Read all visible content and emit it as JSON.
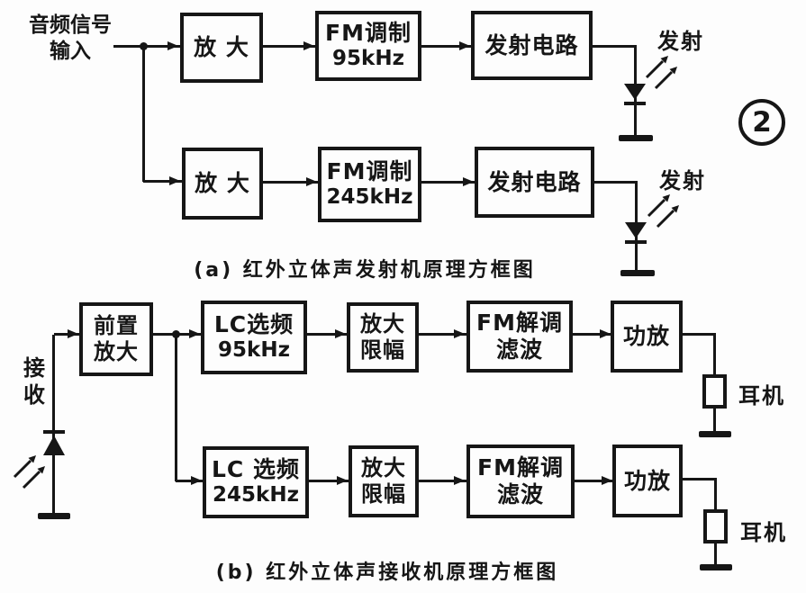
{
  "figure_number": "2",
  "colors": {
    "ink": "#161616",
    "background": "#fdfdfd"
  },
  "transmitter": {
    "caption": "(a) 红外立体声发射机原理方框图",
    "input_label_line1": "音频信号",
    "input_label_line2": "输入",
    "channels": [
      {
        "amp": "放 大",
        "mod_line1": "FM调制",
        "mod_line2": "95kHz",
        "tx": "发射电路",
        "emit_label": "发射"
      },
      {
        "amp": "放 大",
        "mod_line1": "FM调制",
        "mod_line2": "245kHz",
        "tx": "发射电路",
        "emit_label": "发射"
      }
    ]
  },
  "receiver": {
    "caption": "(b) 红外立体声接收机原理方框图",
    "receive_label_line1": "接",
    "receive_label_line2": "收",
    "preamp_line1": "前置",
    "preamp_line2": "放大",
    "channels": [
      {
        "lc_line1": "LC选频",
        "lc_line2": "95kHz",
        "limit_line1": "放大",
        "limit_line2": "限幅",
        "demod_line1": "FM解调",
        "demod_line2": "滤波",
        "pa": "功放",
        "earphone_label": "耳机"
      },
      {
        "lc_line1": "LC 选频",
        "lc_line2": "245kHz",
        "limit_line1": "放大",
        "limit_line2": "限幅",
        "demod_line1": "FM解调",
        "demod_line2": "滤波",
        "pa": "功放",
        "earphone_label": "耳机"
      }
    ]
  }
}
